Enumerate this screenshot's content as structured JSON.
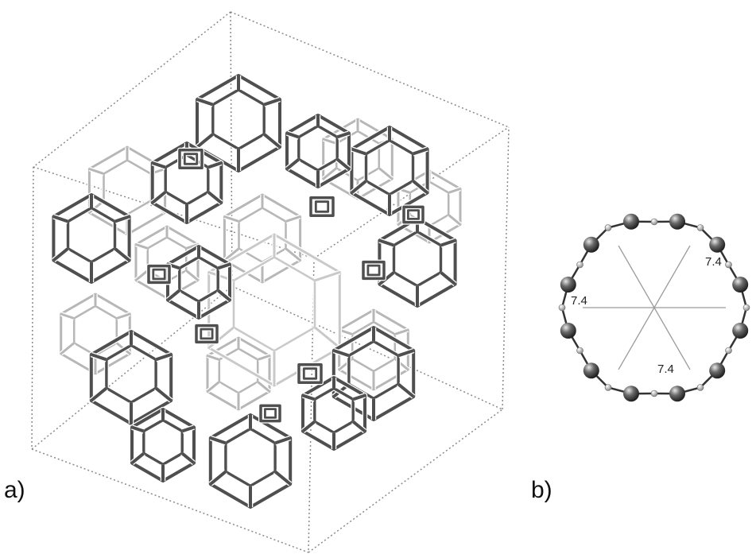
{
  "panels": {
    "a": {
      "label": "a)"
    },
    "b": {
      "label": "b)"
    }
  },
  "ring": {
    "distances": [
      "7.4",
      "7.4",
      "7.4"
    ]
  },
  "colors": {
    "framework_dark": "#4f4f4f",
    "framework_light": "#b7b7b7",
    "atom": "#555555",
    "cell": "#8a8a8a"
  }
}
